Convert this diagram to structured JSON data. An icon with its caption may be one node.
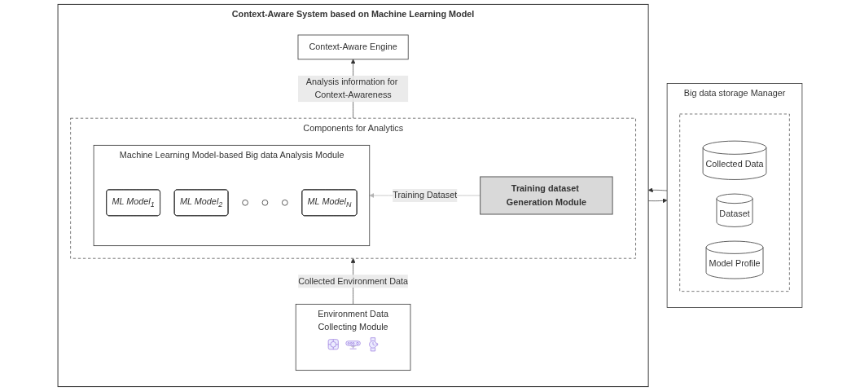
{
  "diagram": {
    "nodes": [
      {
        "text": [
          "Context-Aware System based on Machine Learning Model"
        ]
      },
      {
        "text": [
          "Context-Aware Engine"
        ],
        "in": 0
      },
      {
        "text": [
          "Components for Analytics"
        ],
        "in": 0
      },
      {
        "text": [
          "Machine Learning Model-based Big data Analysis Module"
        ],
        "in": 2
      },
      {
        "text": [
          "ML Model$_{1}$"
        ],
        "in": 3
      },
      {
        "text": [
          "ML Model$_{2}$"
        ],
        "in": 3
      },
      {
        "text": [],
        "shape": "circle",
        "in": 3
      },
      {
        "text": [],
        "shape": "circle",
        "in": 3
      },
      {
        "text": [],
        "shape": "circle",
        "in": 3
      },
      {
        "text": [
          "ML Model$_{N}$"
        ],
        "in": 3
      },
      {
        "text": [
          "Training dataset Generation Module"
        ],
        "in": 2
      },
      {
        "text": [
          "Environment Data Collecting Module"
        ],
        "in": 0
      },
      {
        "text": [],
        "shape": "picture",
        "in": 11
      },
      {
        "text": [],
        "shape": "picture",
        "in": 11
      },
      {
        "text": [],
        "shape": "picture",
        "in": 11
      },
      {
        "text": [
          "Big data storage Manager"
        ]
      },
      {
        "text": [],
        "shape": "box",
        "in": 15
      },
      {
        "text": [
          "Collected Data"
        ],
        "in": 16
      },
      {
        "text": [
          "Dataset"
        ],
        "in": 16
      },
      {
        "text": [
          "Model Profile"
        ],
        "in": 16
      }
    ],
    "edges": [
      {
        "from": 2,
        "to": 1,
        "arrow": "to",
        "label": "Analysis information for Context-Awareness"
      },
      {
        "from": 10,
        "to": 3,
        "arrow": "to",
        "label": "Training Dataset",
        "color": "#b3b3b3"
      },
      {
        "from": 11,
        "to": 2,
        "arrow": "to",
        "label": "Collected Environment Data"
      },
      {
        "from": 15,
        "to": 0,
        "arrow": "to"
      },
      {
        "from": 0,
        "to": 15,
        "arrow": "to"
      }
    ]
  }
}
